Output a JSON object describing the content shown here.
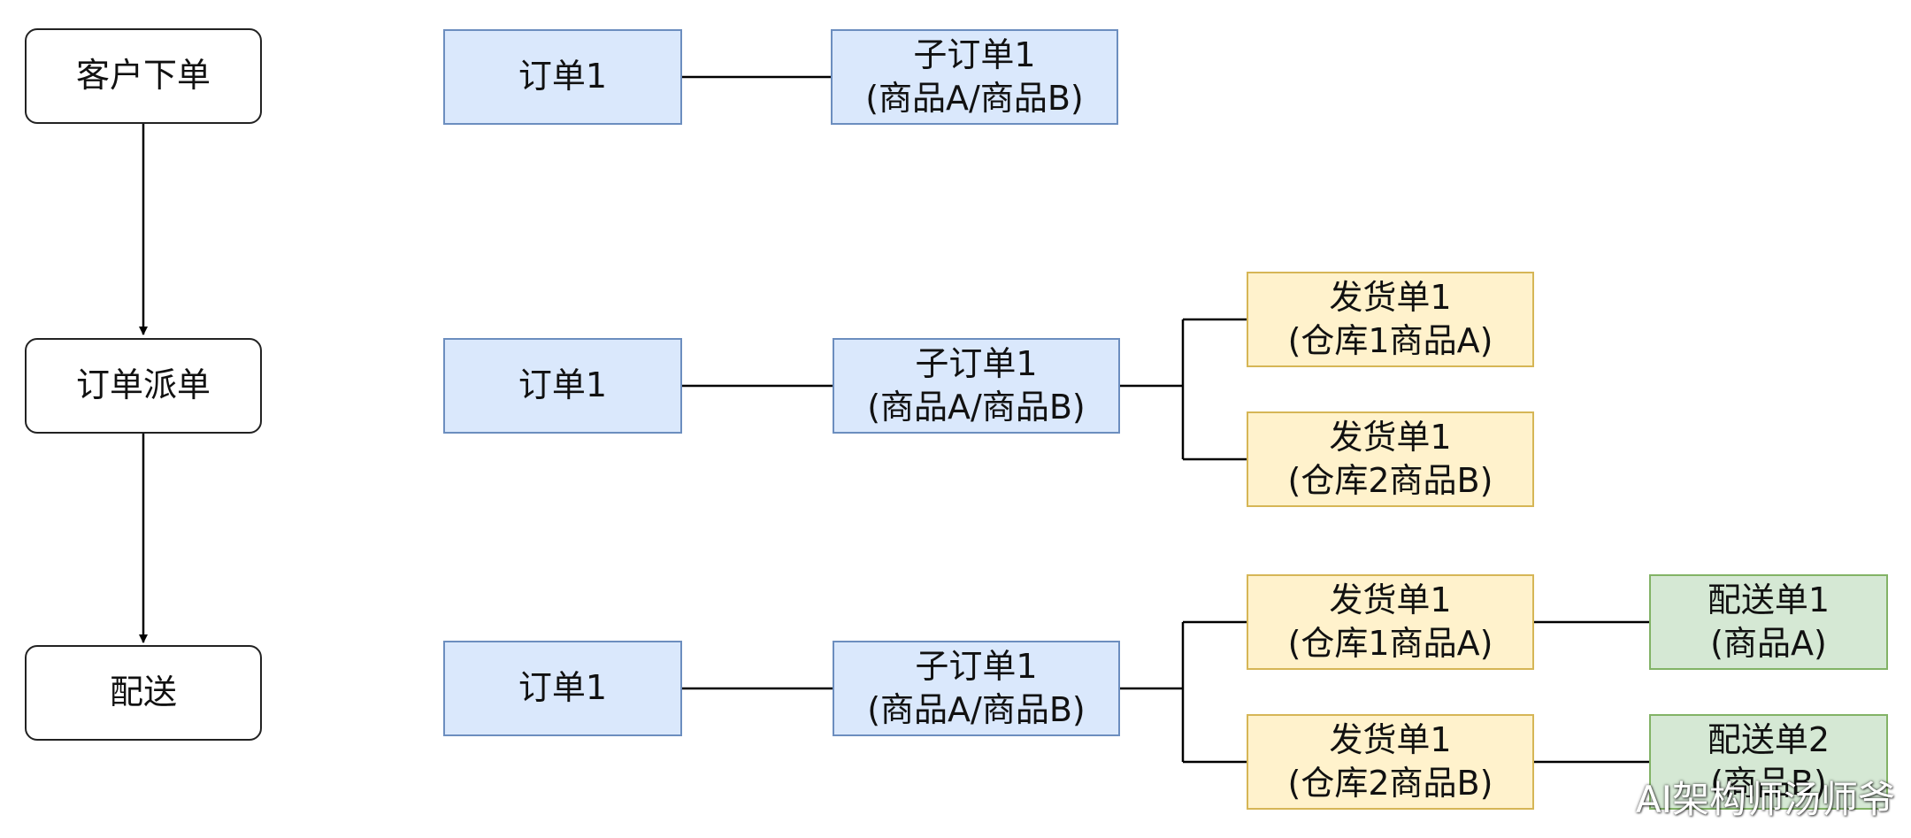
{
  "steps": {
    "place_order": "客户下单",
    "dispatch": "订单派单",
    "delivery": "配送"
  },
  "row1": {
    "order": "订单1",
    "sub_order": {
      "line1": "子订单1",
      "line2": "(商品A/商品B)"
    }
  },
  "row2": {
    "order": "订单1",
    "sub_order": {
      "line1": "子订单1",
      "line2": "(商品A/商品B)"
    },
    "shipment_a": {
      "line1": "发货单1",
      "line2": "(仓库1商品A)"
    },
    "shipment_b": {
      "line1": "发货单1",
      "line2": "(仓库2商品B)"
    }
  },
  "row3": {
    "order": "订单1",
    "sub_order": {
      "line1": "子订单1",
      "line2": "(商品A/商品B)"
    },
    "shipment_a": {
      "line1": "发货单1",
      "line2": "(仓库1商品A)"
    },
    "shipment_b": {
      "line1": "发货单1",
      "line2": "(仓库2商品B)"
    },
    "delivery_a": {
      "line1": "配送单1",
      "line2": "(商品A)"
    },
    "delivery_b": {
      "line1": "配送单2",
      "line2": "(商品B)"
    }
  },
  "watermark": "AI架构师汤师爷",
  "colors": {
    "order_fill": "#dae8fc",
    "order_border": "#6c8ebf",
    "shipment_fill": "#fff2cc",
    "shipment_border": "#d6b656",
    "delivery_fill": "#d5e8d4",
    "delivery_border": "#82b366",
    "line": "#000000"
  }
}
